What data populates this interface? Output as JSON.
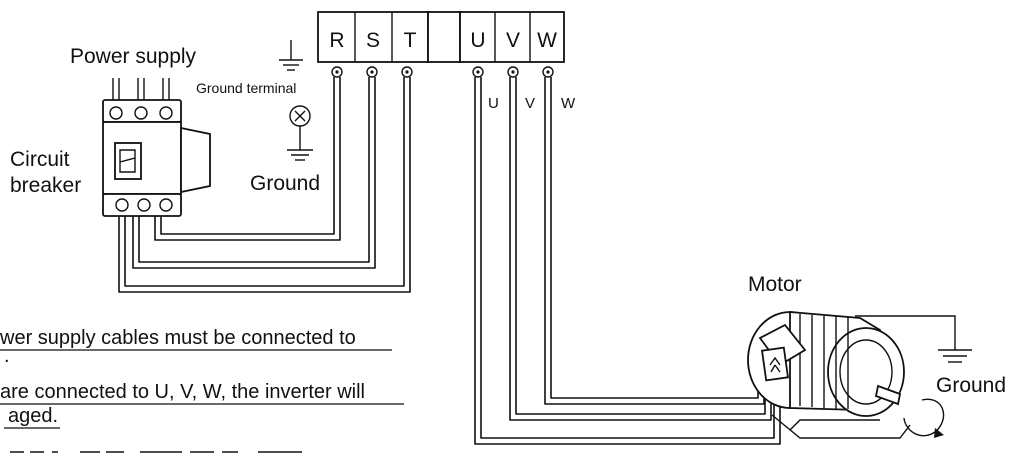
{
  "terminal_block": {
    "input_terminals": [
      "R",
      "S",
      "T"
    ],
    "output_terminals": [
      "U",
      "V",
      "W"
    ]
  },
  "labels": {
    "power_supply": "Power supply",
    "ground_terminal": "Ground terminal",
    "ground_left": "Ground",
    "circuit_breaker_line1": "Circuit",
    "circuit_breaker_line2": "breaker",
    "motor": "Motor",
    "ground_right": "Ground",
    "wire_u": "U",
    "wire_v": "V",
    "wire_w": "W"
  },
  "notes": {
    "line1": "wer supply cables must be connected to",
    "line1b": ".",
    "line2": "are connected to U, V, W, the inverter will",
    "line3": "aged."
  }
}
